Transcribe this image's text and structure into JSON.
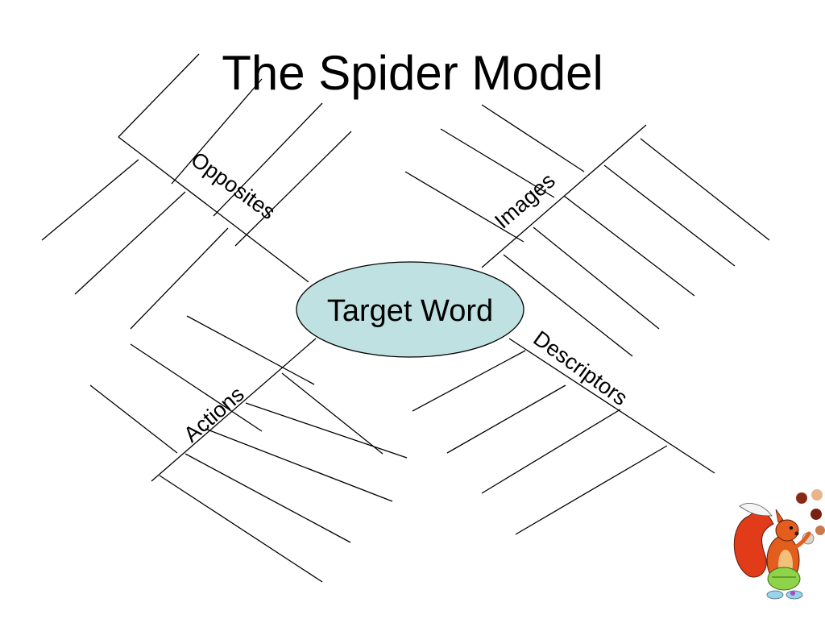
{
  "slide": {
    "title": "The Spider Model"
  },
  "center": {
    "label": "Target Word",
    "fill": "#bfe1e1"
  },
  "legs": [
    {
      "label": "Opposites"
    },
    {
      "label": "Images"
    },
    {
      "label": "Actions"
    },
    {
      "label": "Descriptors"
    }
  ],
  "decoration": {
    "icon": "squirrel-juggler-clipart-icon"
  }
}
